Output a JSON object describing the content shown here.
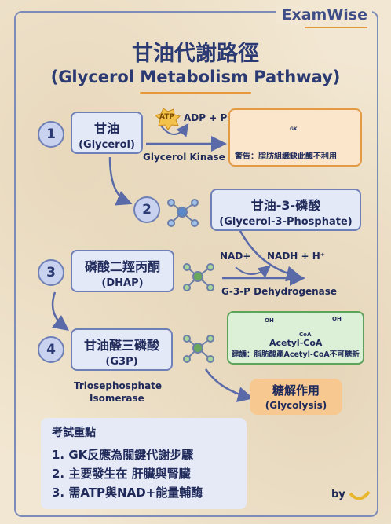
{
  "brand": "ExamWise",
  "title": "甘油代謝路徑",
  "subtitle": "(Glycerol Metabolism Pathway)",
  "steps": [
    {
      "num": "1",
      "zh": "甘油",
      "en": "(Glycerol)"
    },
    {
      "num": "2",
      "zh": "甘油-3-磷酸",
      "en": "(Glycerol-3-Phosphate)"
    },
    {
      "num": "3",
      "zh": "磷酸二羥丙酮",
      "en": "(DHAP)"
    },
    {
      "num": "4",
      "zh": "甘油醛三磷酸",
      "en": "(G3P)"
    }
  ],
  "enzymes": {
    "kinase": "Glycerol Kinase",
    "dehydrogenase": "G-3-P Dehydrogenase",
    "isomerase_line1": "Triosephosphate",
    "isomerase_line2": "Isomerase"
  },
  "cofactors": {
    "atp": "ATP",
    "adp": "ADP + Pi",
    "nad": "NAD+",
    "nadh": "NADH + H⁺"
  },
  "warning": {
    "text": "警告：脂肪組織缺此酶不利用",
    "mini_label": "GK"
  },
  "advice": {
    "acetyl": "Acetyl-CoA",
    "text": "建議：脂肪酸產Acetyl-CoA不可糖新",
    "oh": "OH",
    "coa": "CoA"
  },
  "glycolysis": {
    "zh": "糖解作用",
    "en": "(Glycolysis)"
  },
  "exam": {
    "title": "考試重點",
    "items": [
      "1. GK反應為關鍵代謝步驟",
      "2. 主要發生在 肝臟與腎臟",
      "3. 需ATP與NAD+能量輔酶"
    ]
  },
  "signature": "by",
  "colors": {
    "navy": "#2b3a73",
    "accent_orange": "#e59a3a",
    "box_blue": "#e4e9f8",
    "warn_red": "#d9433a",
    "molecule_blue": "#5b88c9",
    "molecule_green": "#6aa85f"
  }
}
